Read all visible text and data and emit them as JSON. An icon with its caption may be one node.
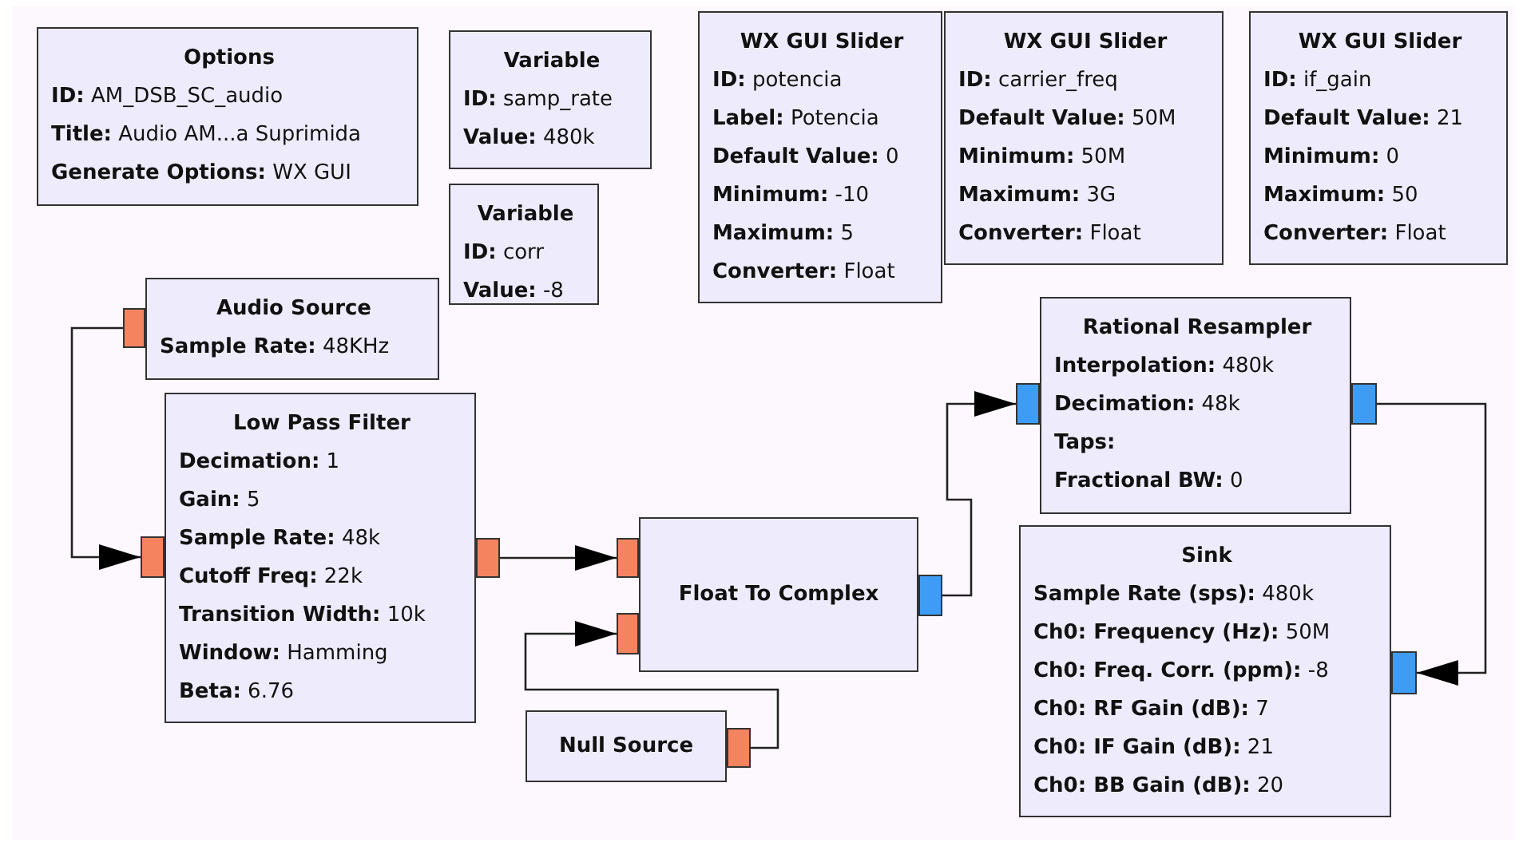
{
  "diagram": {
    "nodes": [
      {
        "text": [
          "Options",
          "**ID:** AM_DSB_SC_audio",
          "**Title:** Audio AM...a Suprimida",
          "**Generate Options:** WX GUI"
        ]
      },
      {
        "text": [
          "Variable",
          "**ID:** samp_rate",
          "**Value:** 480k"
        ]
      },
      {
        "text": [
          "Variable",
          "**ID:** corr",
          "**Value:** -8"
        ]
      },
      {
        "text": [
          "WX GUI Slider",
          "**ID:** potencia",
          "**Label:** Potencia",
          "**Default Value:** 0",
          "**Minimum:** -10",
          "**Maximum:** 5",
          "**Converter:** Float"
        ]
      },
      {
        "text": [
          "WX GUI Slider",
          "**ID:** carrier_freq",
          "**Default Value:** 50M",
          "**Minimum:** 50M",
          "**Maximum:** 3G",
          "**Converter:** Float"
        ]
      },
      {
        "text": [
          "WX GUI Slider",
          "**ID:** if_gain",
          "**Default Value:** 21",
          "**Minimum:** 0",
          "**Maximum:** 50",
          "**Converter:** Float"
        ]
      },
      {
        "text": [
          "Audio Source",
          "**Sample Rate:** 48KHz"
        ]
      },
      {
        "text": [],
        "shape": "box"
      },
      {
        "text": [
          "Low Pass Filter",
          "**Decimation:** 1",
          "**Gain:** 5",
          "**Sample Rate:** 48k",
          "**Cutoff Freq:** 22k",
          "**Transition Width:** 10k",
          "**Window:** Hamming",
          "**Beta:** 6.76"
        ]
      },
      {
        "text": [],
        "shape": "box"
      },
      {
        "text": [],
        "shape": "box"
      },
      {
        "text": [
          "Float To Complex"
        ]
      },
      {
        "text": [],
        "shape": "box"
      },
      {
        "text": [],
        "shape": "box"
      },
      {
        "text": [],
        "shape": "box"
      },
      {
        "text": [
          "Null Source"
        ]
      },
      {
        "text": [],
        "shape": "box"
      },
      {
        "text": [
          "Rational Resampler",
          "**Interpolation:** 480k",
          "**Decimation:** 48k",
          "**Taps:**",
          "**Fractional BW:** 0"
        ]
      },
      {
        "text": [],
        "shape": "box"
      },
      {
        "text": [],
        "shape": "box"
      },
      {
        "text": [
          "Sink",
          "**Sample Rate (sps):** 480k",
          "**Ch0: Frequency (Hz):** 50M",
          "**Ch0: Freq. Corr. (ppm):** -8",
          "**Ch0: RF Gain (dB):** 7",
          "**Ch0: IF Gain (dB):** 21",
          "**Ch0: BB Gain (dB):** 20"
        ]
      },
      {
        "text": [],
        "shape": "box"
      }
    ],
    "edges": [
      {
        "from": 7,
        "to": 9,
        "arrow": "to"
      },
      {
        "from": 10,
        "to": 12,
        "arrow": "to"
      },
      {
        "from": 16,
        "to": 13,
        "arrow": "to"
      },
      {
        "from": 14,
        "to": 18,
        "arrow": "to"
      },
      {
        "from": 19,
        "to": 21,
        "arrow": "to"
      }
    ]
  }
}
